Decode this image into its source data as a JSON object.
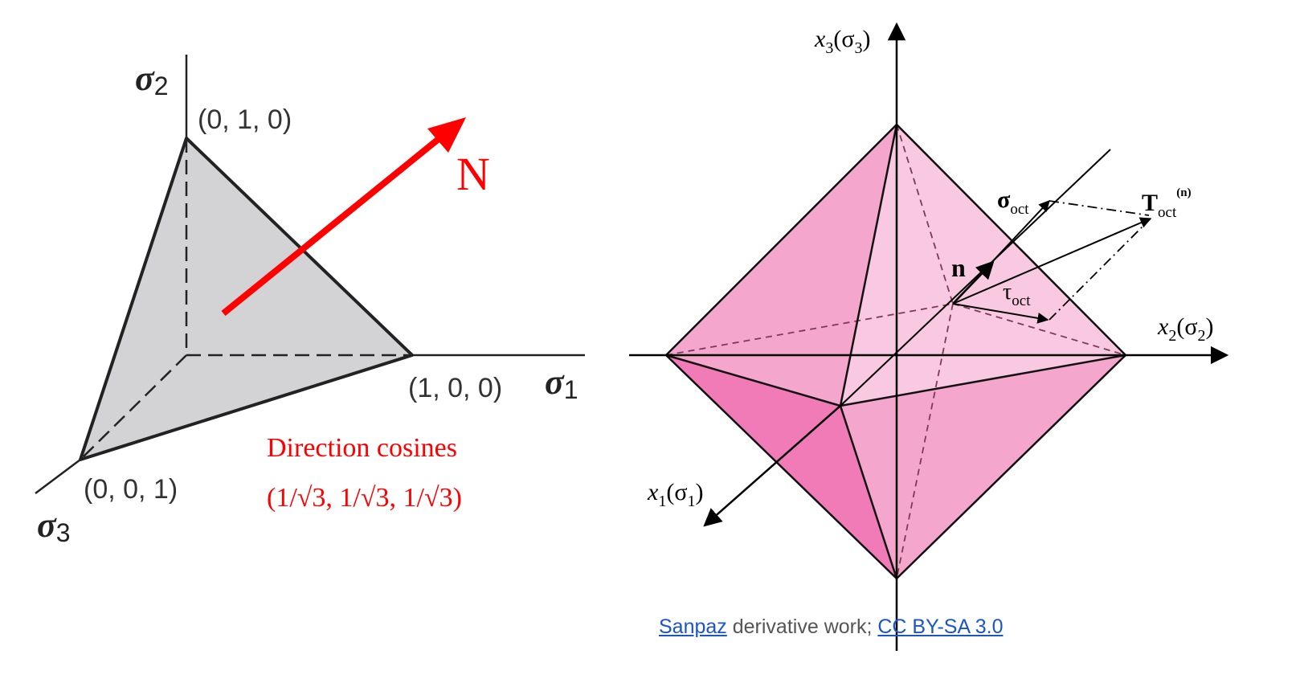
{
  "left_figure": {
    "axis_labels": {
      "sigma1": "σ",
      "sigma1_sub": "1",
      "sigma2": "σ",
      "sigma2_sub": "2",
      "sigma3": "σ",
      "sigma3_sub": "3"
    },
    "points": {
      "p010": "(0, 1, 0)",
      "p100": "(1, 0, 0)",
      "p001": "(0, 0, 1)"
    },
    "normal_label": "N",
    "direction_title": "Direction cosines",
    "direction_values": "(1/√3, 1/√3, 1/√3)"
  },
  "right_figure": {
    "x3_label": "x",
    "x3_sub": "3",
    "x3_paren": "(σ",
    "x3_paren_sub": "3",
    "x3_close": ")",
    "x2_label": "x",
    "x2_sub": "2",
    "x2_paren": "(σ",
    "x2_paren_sub": "2",
    "x2_close": ")",
    "x1_label": "x",
    "x1_sub": "1",
    "x1_paren": "(σ",
    "x1_paren_sub": "1",
    "x1_close": ")",
    "n_label": "n",
    "sigma_oct": "σ",
    "sigma_oct_sub": "oct",
    "tau_oct": "τ",
    "tau_oct_sub": "oct",
    "t_oct": "T",
    "t_oct_sub": "oct",
    "t_oct_sup": "(n)"
  },
  "colors": {
    "red": "#ff0000",
    "triangle_fill": "#d3d3d5",
    "pink_light": "#f9c8e1",
    "pink_mid": "#f5a6cc",
    "pink_dark": "#f07bb6"
  },
  "attribution": {
    "author_link": "Sanpaz",
    "text": "derivative work;",
    "license_link": "CC BY-SA 3.0"
  }
}
